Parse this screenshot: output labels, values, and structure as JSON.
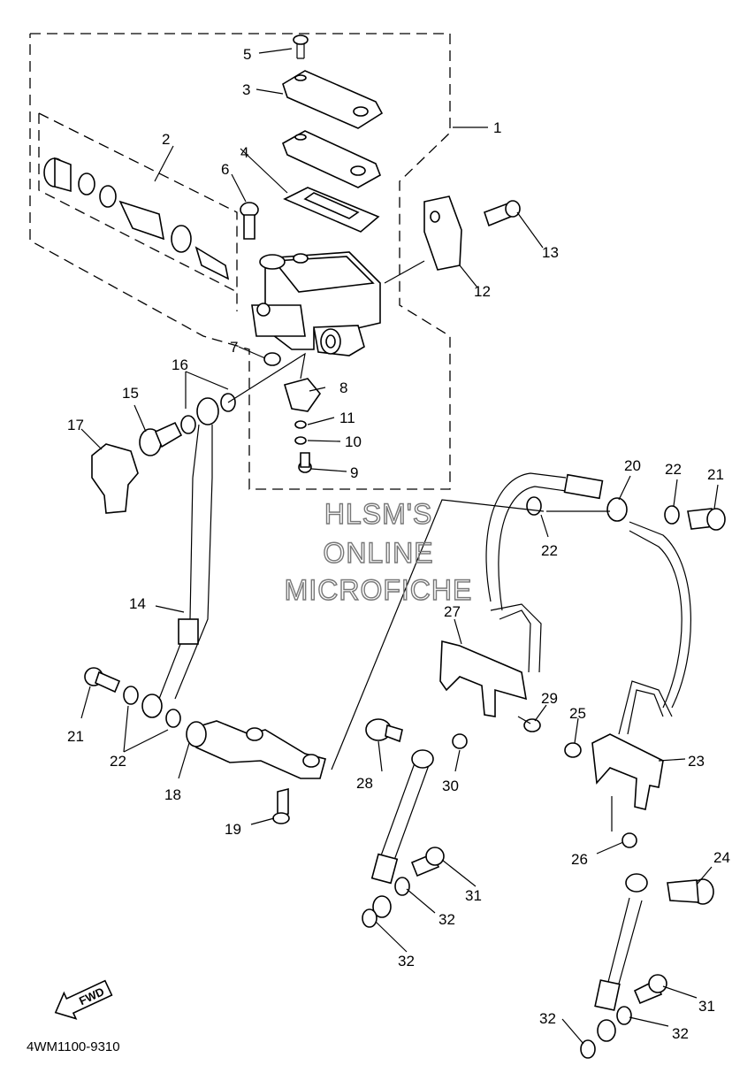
{
  "callouts": {
    "c1": "1",
    "c2": "2",
    "c3": "3",
    "c4": "4",
    "c5": "5",
    "c6": "6",
    "c7": "7",
    "c8": "8",
    "c9": "9",
    "c10": "10",
    "c11": "11",
    "c12": "12",
    "c13": "13",
    "c14": "14",
    "c15": "15",
    "c16": "16",
    "c17": "17",
    "c18": "18",
    "c19": "19",
    "c20": "20",
    "c21a": "21",
    "c21b": "21",
    "c22a": "22",
    "c22b": "22",
    "c22c": "22",
    "c23": "23",
    "c24": "24",
    "c25": "25",
    "c26": "26",
    "c27": "27",
    "c28": "28",
    "c29": "29",
    "c30": "30",
    "c31a": "31",
    "c31b": "31",
    "c32a": "32",
    "c32b": "32",
    "c32c": "32",
    "c32d": "32"
  },
  "watermark": {
    "line1": "HLSM'S",
    "line2": "ONLINE",
    "line3": "MICROFICHE"
  },
  "fwd_label": "FWD",
  "diagram_code": "4WM1100-9310"
}
